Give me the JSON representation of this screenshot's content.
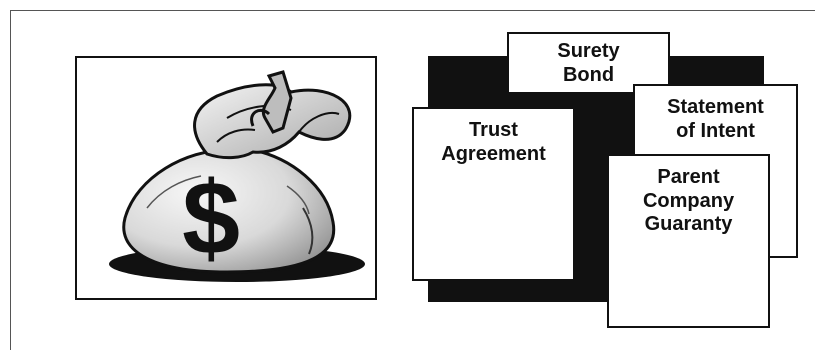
{
  "illustration": {
    "icon": "money-bag-icon",
    "symbol": "$"
  },
  "documents": {
    "surety_bond": [
      "Surety",
      "Bond"
    ],
    "statement_of_intent": [
      "Statement",
      "of Intent"
    ],
    "trust_agreement": [
      "Trust",
      "Agreement"
    ],
    "parent_company_guaranty": [
      "Parent",
      "Company",
      "Guaranty"
    ]
  },
  "colors": {
    "ink": "#111111",
    "bag_light": "#f2f2f2",
    "bag_dark": "#9a9a9a",
    "background": "#ffffff"
  }
}
